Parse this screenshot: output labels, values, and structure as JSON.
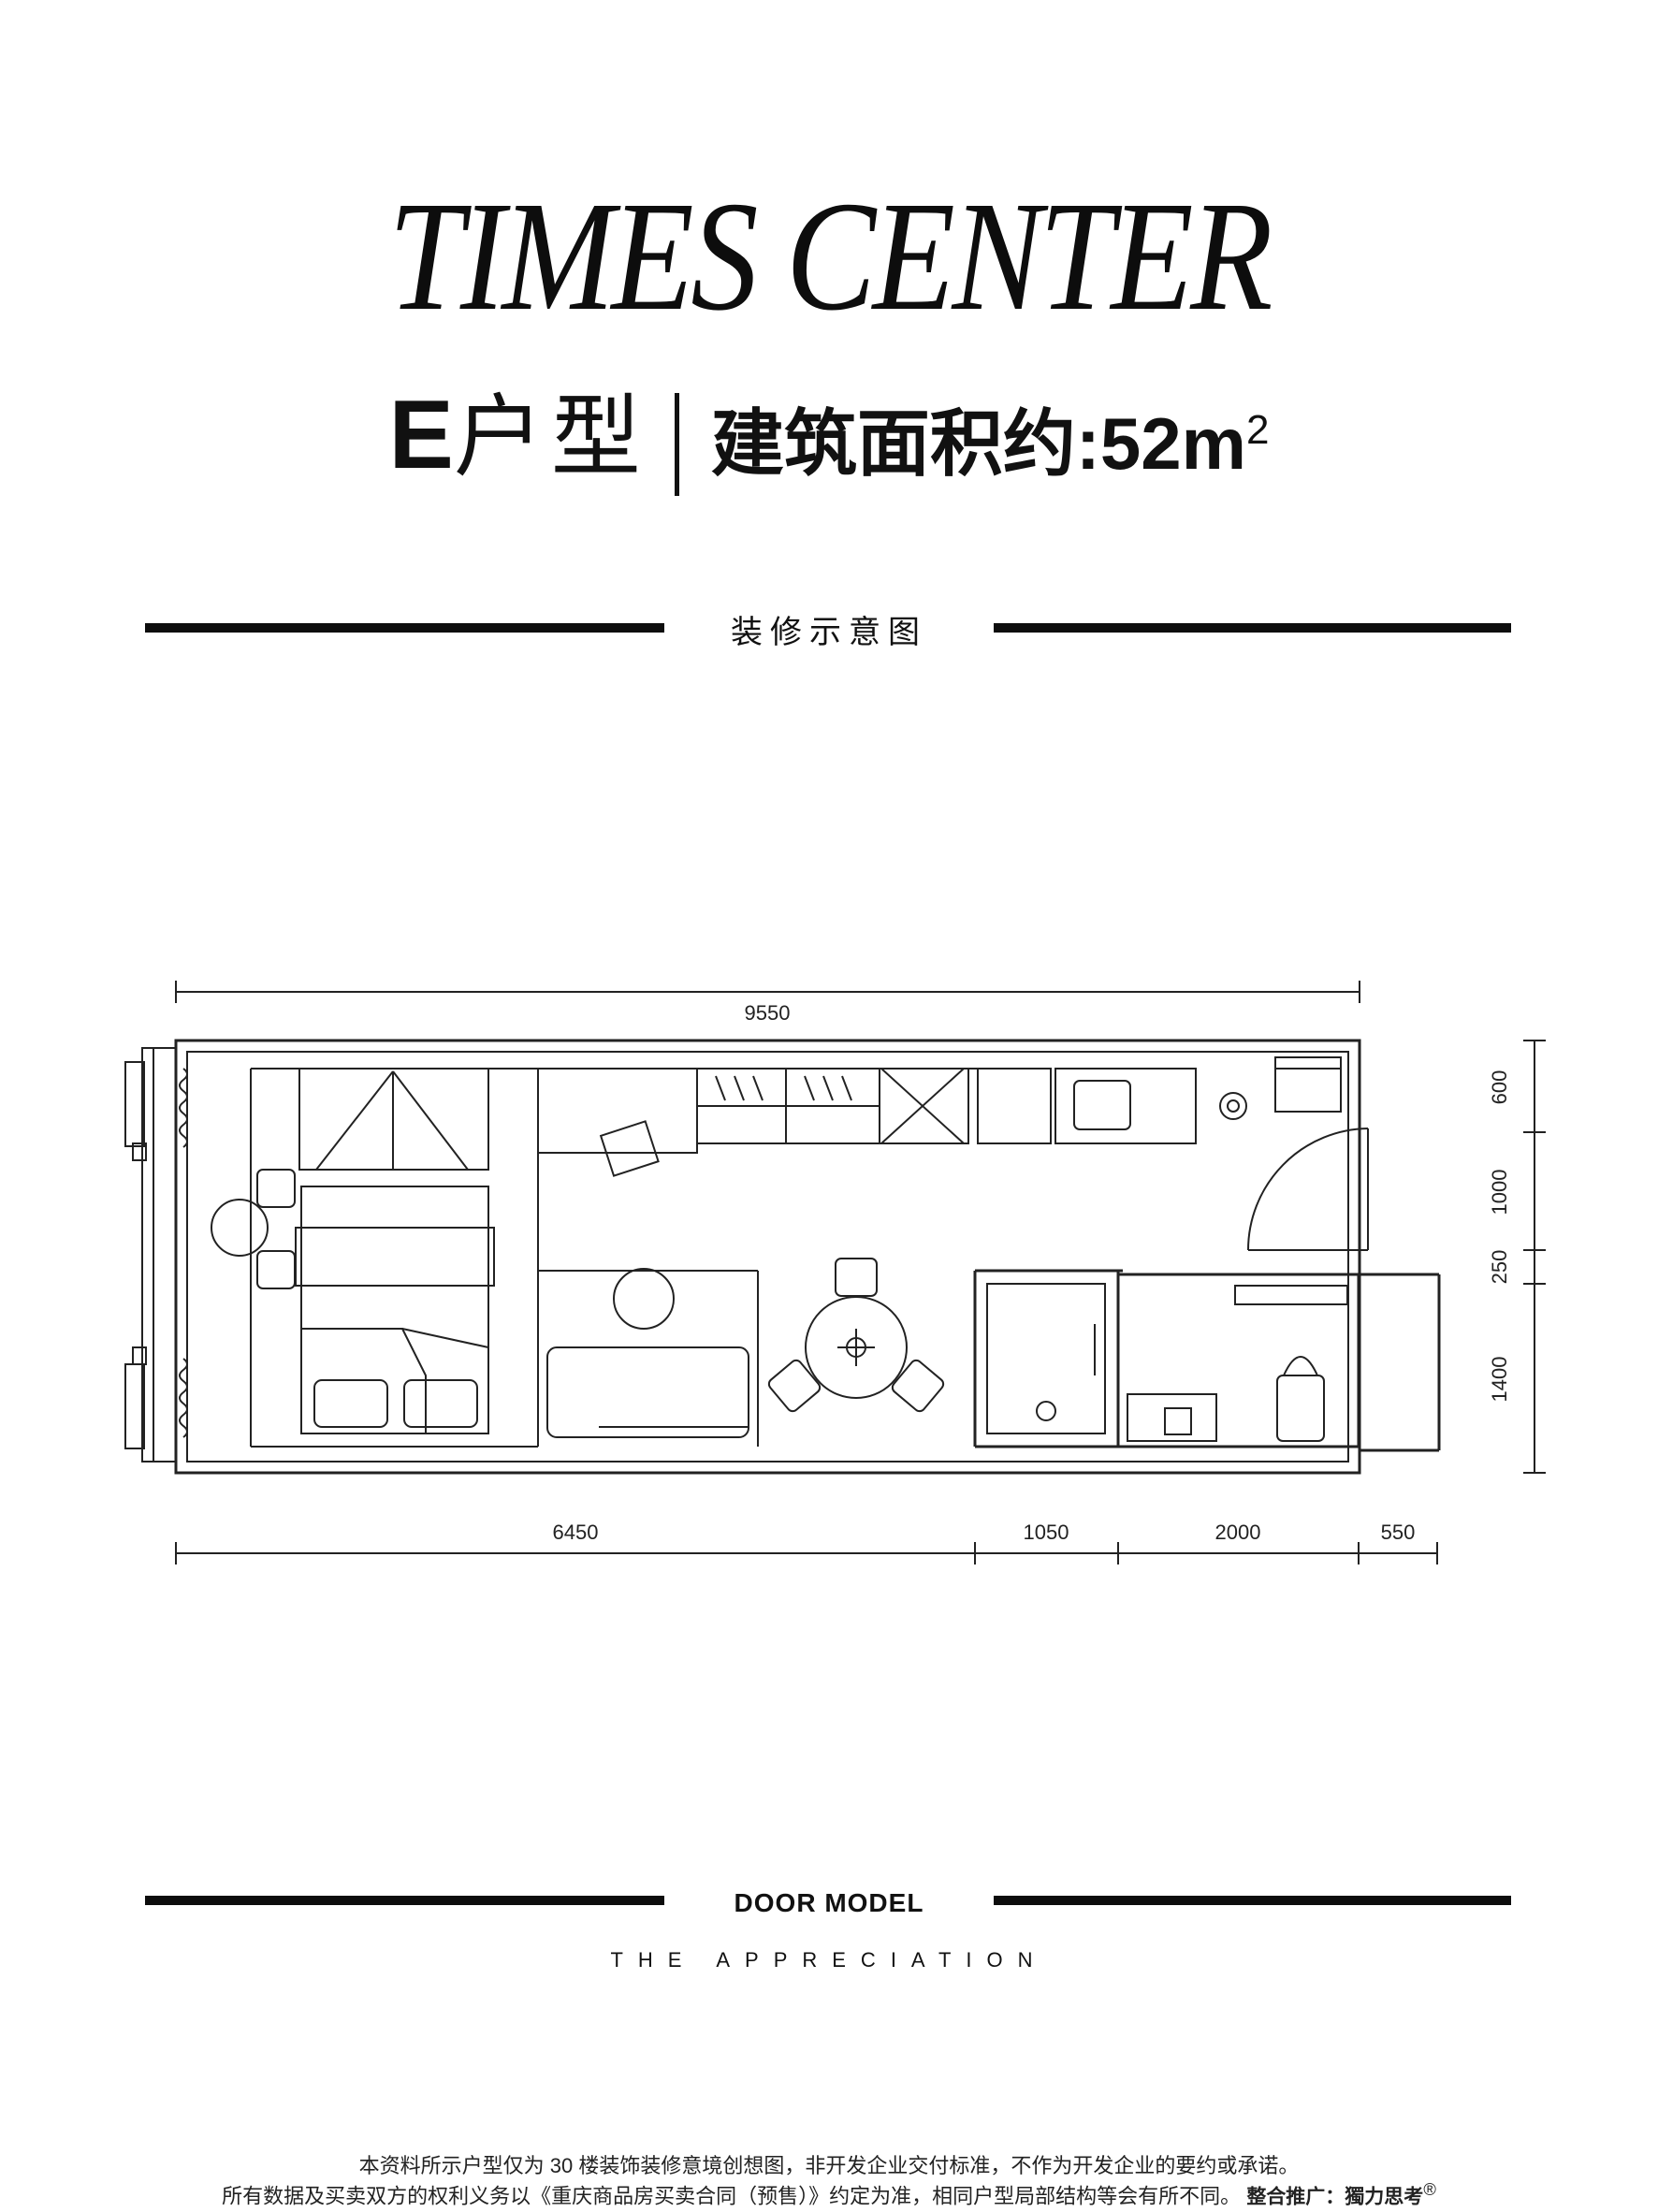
{
  "header": {
    "title": "TIMES CENTER",
    "unit_letter": "E",
    "unit_type": "户型",
    "area_label": "建筑面积约:",
    "area_value": "52m",
    "area_sup": "2"
  },
  "section": {
    "caption": "装修示意图"
  },
  "plan": {
    "dimensions": {
      "overall_width": "9550",
      "bottom": [
        "6450",
        "1050",
        "2000",
        "550"
      ],
      "right": [
        "600",
        "1000",
        "250",
        "1400"
      ]
    }
  },
  "lower": {
    "door_model": "DOOR MODEL",
    "appreciation": "THE APPRECIATION"
  },
  "footer": {
    "line1": "本资料所示户型仅为 30 楼装饰装修意境创想图，非开发企业交付标准，不作为开发企业的要约或承诺。",
    "line2": "所有数据及买卖双方的权利义务以《重庆商品房买卖合同（预售）》约定为准，相同户型局部结构等会有所不同。",
    "promoter": "整合推广：獨力思考",
    "registered": "®"
  }
}
